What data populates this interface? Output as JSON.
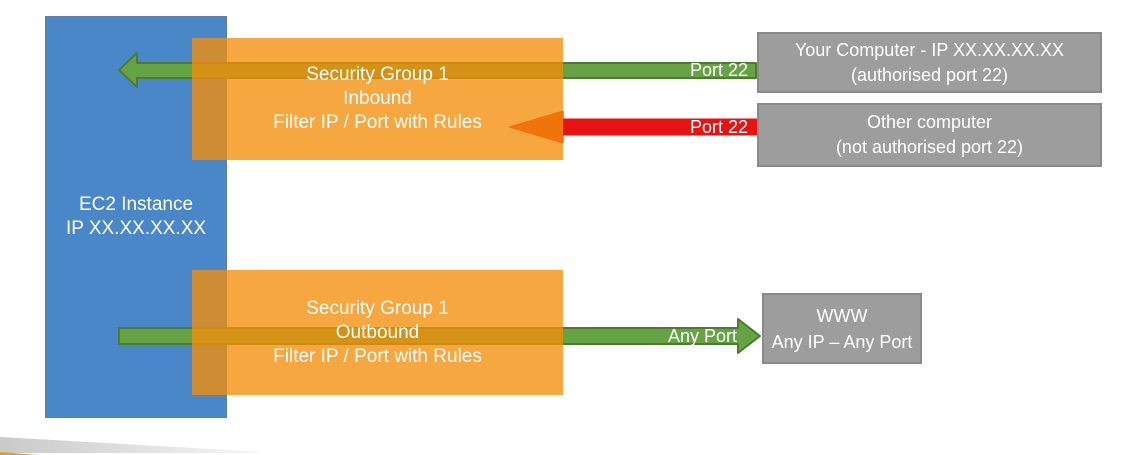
{
  "slide": {
    "ec2_instance": {
      "line1": "EC2 Instance",
      "line2": "IP XX.XX.XX.XX"
    },
    "security_group_inbound": {
      "line1": "Security Group 1",
      "line2": "Inbound",
      "line3": "Filter IP / Port with Rules"
    },
    "security_group_outbound": {
      "line1": "Security Group 1",
      "line2": "Outbound",
      "line3": "Filter IP / Port with Rules"
    },
    "your_computer": {
      "line1": "Your Computer - IP XX.XX.XX.XX",
      "line2": "(authorised port 22)"
    },
    "other_computer": {
      "line1": "Other computer",
      "line2": "(not authorised port 22)"
    },
    "www": {
      "line1": "WWW",
      "line2": "Any IP – Any Port"
    },
    "arrow_labels": {
      "inbound_allowed": "Port 22",
      "inbound_blocked": "Port 22",
      "outbound": "Any Port"
    }
  },
  "colors": {
    "ec2_blue": "#4A87C8",
    "ec2_blue_border": "#5E7CA8",
    "security_group_orange": "#F38E0A",
    "security_group_orange_fill": "rgba(243,142,10,0.78)",
    "allowed_green": "#66A344",
    "allowed_green_border": "#4E7B2F",
    "blocked_red": "#E81212",
    "endpoint_gray": "#9D9D9D",
    "endpoint_gray_border": "#8A8A8A",
    "text_white": "#FFFFFF",
    "swoosh_gray": "#C9C9C9",
    "swoosh_gold": "#DC9F2B"
  }
}
